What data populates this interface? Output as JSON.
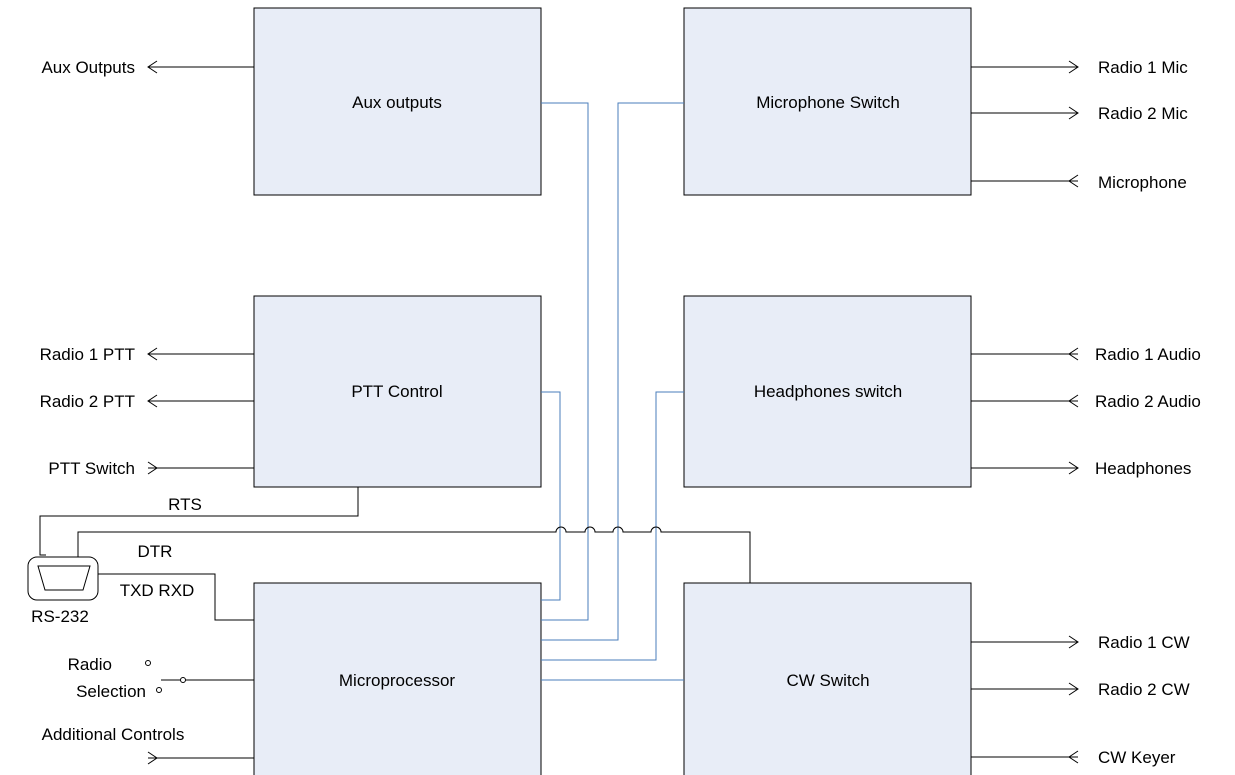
{
  "blocks": {
    "aux": "Aux outputs",
    "mic": "Microphone Switch",
    "ptt": "PTT Control",
    "hp": "Headphones switch",
    "cpu": "Microprocessor",
    "cw": "CW Switch"
  },
  "ports": {
    "aux_outputs": "Aux Outputs",
    "radio1_mic": "Radio 1 Mic",
    "radio2_mic": "Radio 2 Mic",
    "microphone": "Microphone",
    "radio1_ptt": "Radio 1 PTT",
    "radio2_ptt": "Radio 2 PTT",
    "ptt_switch": "PTT Switch",
    "radio1_audio": "Radio 1 Audio",
    "radio2_audio": "Radio 2 Audio",
    "headphones": "Headphones",
    "radio1_cw": "Radio 1 CW",
    "radio2_cw": "Radio 2 CW",
    "cw_keyer": "CW Keyer",
    "radio_selection_1": "Radio",
    "radio_selection_2": "Selection",
    "additional_controls": "Additional Controls"
  },
  "serial": {
    "rts": "RTS",
    "dtr": "DTR",
    "txd_rxd": "TXD RXD",
    "connector": "RS-232"
  }
}
